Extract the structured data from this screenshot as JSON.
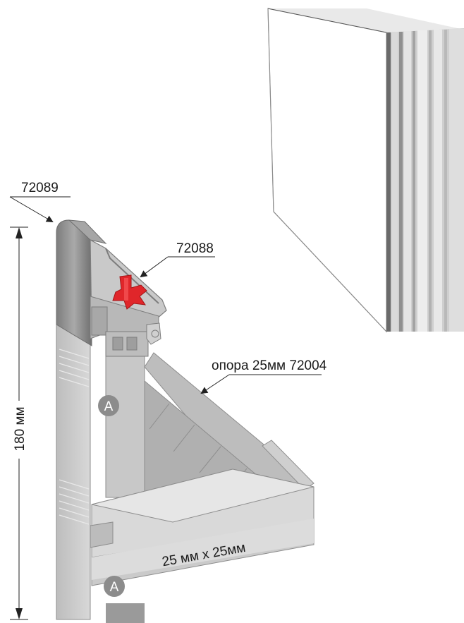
{
  "labels": {
    "top_profile": "72089",
    "clip_part": "72088",
    "support": "опора 25мм 72004",
    "height": "180 мм",
    "section": "25 мм х 25мм",
    "marker_a": "A"
  },
  "colors": {
    "profile_light": "#d6d6d6",
    "profile_mid": "#b4b4b4",
    "profile_dark": "#8a8a8a",
    "accent_red": "#e0262a",
    "badge": "#8c8c8c",
    "line": "#222222"
  },
  "icons": [
    "arrow-icon",
    "dimension-arrow-icon"
  ]
}
